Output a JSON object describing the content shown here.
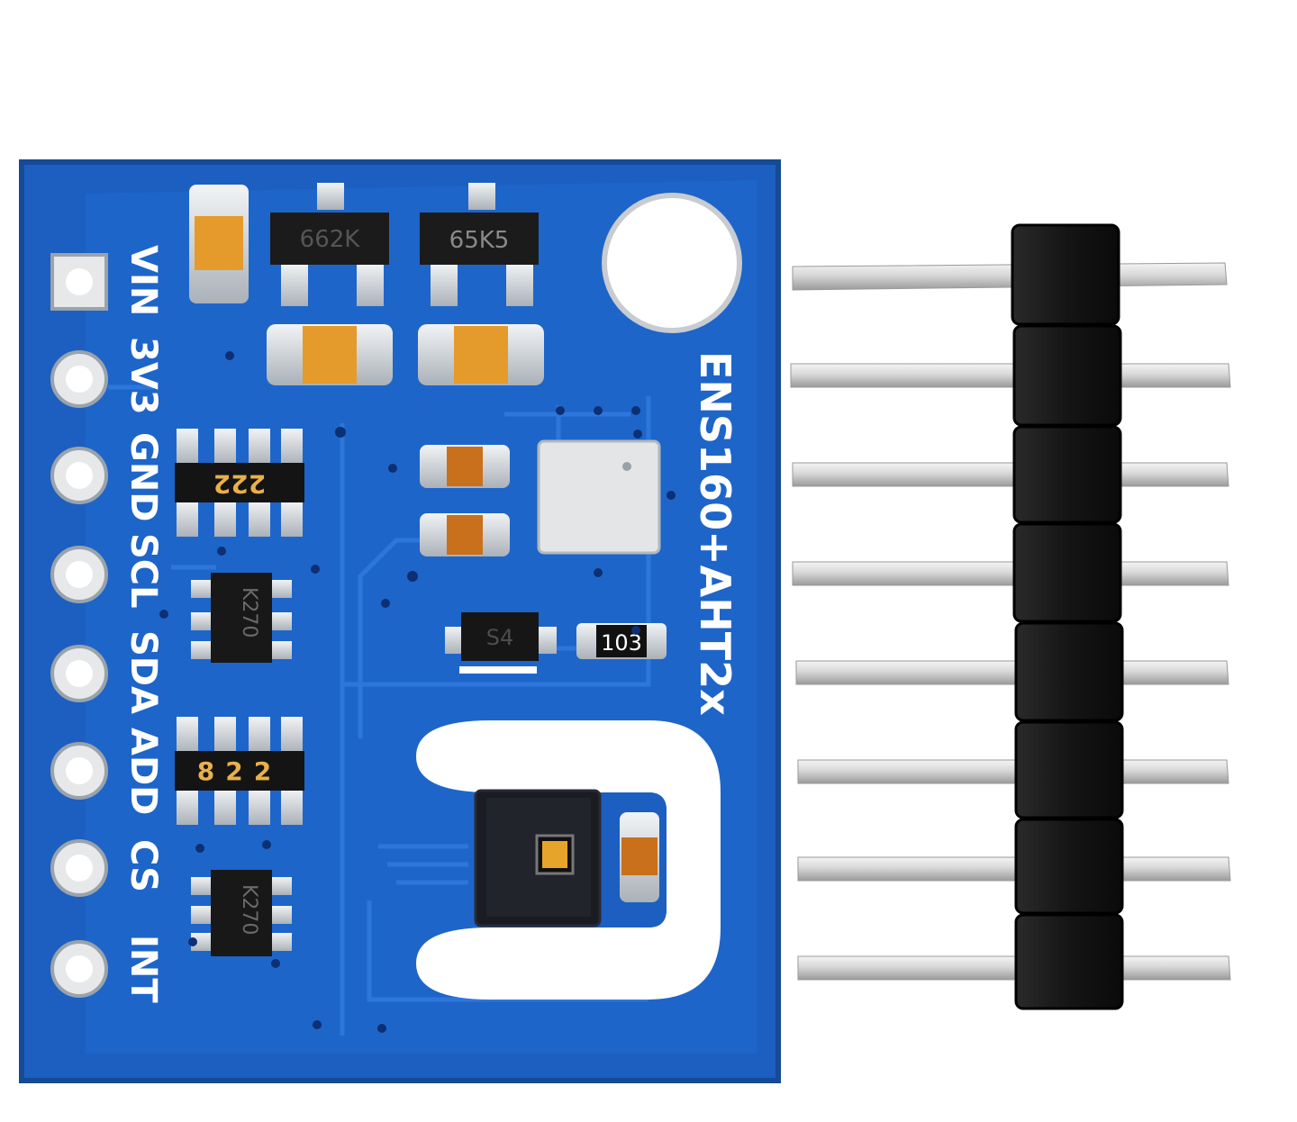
{
  "board": {
    "title": "ENS160+AHT2x",
    "pin_labels": [
      "VIN",
      "3V3",
      "GND",
      "SCL",
      "SDA",
      "ADD",
      "CS",
      "INT"
    ],
    "chip_markings": {
      "regulator_1": "662K",
      "regulator_2": "65K5",
      "resistor_array_top": "222",
      "resistor_array_bottom": "822",
      "mosfet_top": "K270",
      "mosfet_bottom": "K270",
      "diode": "S4",
      "resistor": "103"
    },
    "colors": {
      "pcb": "#1e63c4",
      "pcb_edge": "#164f9f",
      "silkscreen": "#ffffff",
      "pad": "#d7dce0",
      "cap": "#e39a2e",
      "header": "#1a1a1a"
    }
  },
  "header": {
    "pin_count": 8
  }
}
